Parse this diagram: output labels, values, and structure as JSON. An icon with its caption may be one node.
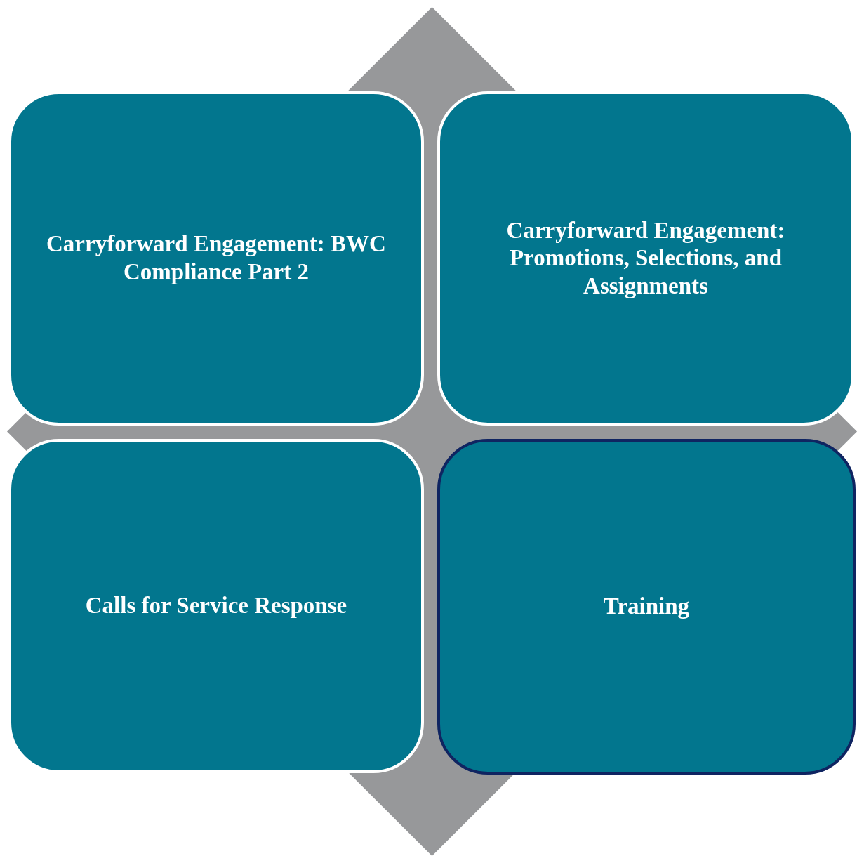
{
  "diagram": {
    "nodes": [
      {
        "text": [
          "Carryforward Engagement: BWC Compliance Part 2"
        ]
      },
      {
        "text": [
          "Carryforward Engagement: Promotions, Selections, and Assignments"
        ]
      },
      {
        "text": [
          "Calls for Service Response"
        ]
      },
      {
        "text": [
          "Training"
        ]
      }
    ]
  }
}
